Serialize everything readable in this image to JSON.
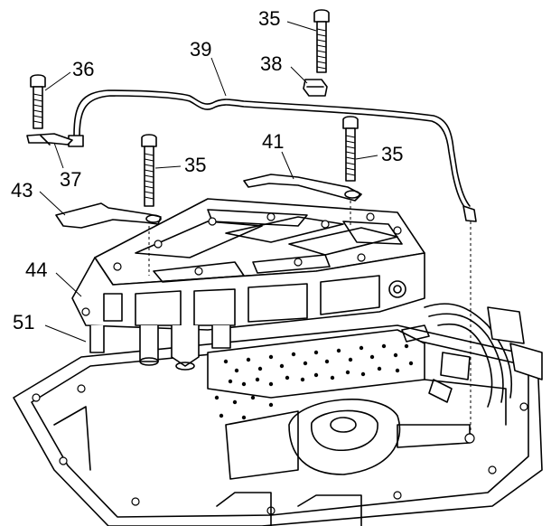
{
  "callouts": [
    {
      "id": "c35_top",
      "text": "35"
    },
    {
      "id": "c38",
      "text": "38"
    },
    {
      "id": "c39",
      "text": "39"
    },
    {
      "id": "c36",
      "text": "36"
    },
    {
      "id": "c37",
      "text": "37"
    },
    {
      "id": "c35_mid",
      "text": "35"
    },
    {
      "id": "c41",
      "text": "41"
    },
    {
      "id": "c35_right",
      "text": "35"
    },
    {
      "id": "c43",
      "text": "43"
    },
    {
      "id": "c44",
      "text": "44"
    },
    {
      "id": "c51",
      "text": "51"
    }
  ]
}
